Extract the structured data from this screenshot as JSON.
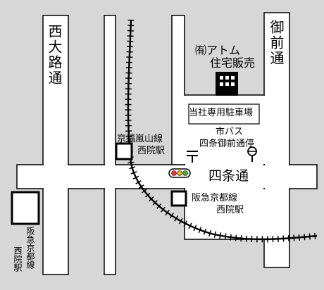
{
  "map": {
    "colors": {
      "background": "#d7d7d7",
      "road": "#ffffff",
      "outline": "#000000",
      "building": "#000000",
      "window": "#ffffff",
      "signal_red": "#e23b2a",
      "signal_yellow": "#e8b020",
      "signal_green": "#4caa3c"
    },
    "streets": {
      "nishioji": "西大路通",
      "onmae": "御前通",
      "shijo": "四条通"
    },
    "company": {
      "name_line1": "㈲アトム",
      "name_line2": "住宅販売"
    },
    "parking": "当社専用駐車場",
    "bus_stop": {
      "line1": "市バス",
      "line2": "四条御前通停"
    },
    "stations": {
      "keifuku_line1": "京福嵐山線",
      "keifuku_line2": "西院駅",
      "hankyu_line1": "阪急京都線",
      "hankyu_line2": "西院駅",
      "hankyu_vertical_a": "阪急京都線",
      "hankyu_vertical_b": "西院駅"
    },
    "icons": {
      "building": "office-building-icon",
      "parking": "parking-lot-icon",
      "bus_stop": "bus-stop-icon",
      "traffic_light": "traffic-light-icon",
      "station": "station-square-icon",
      "railway": "railway-track-icon",
      "post_office": "post-office-mark-icon"
    }
  }
}
